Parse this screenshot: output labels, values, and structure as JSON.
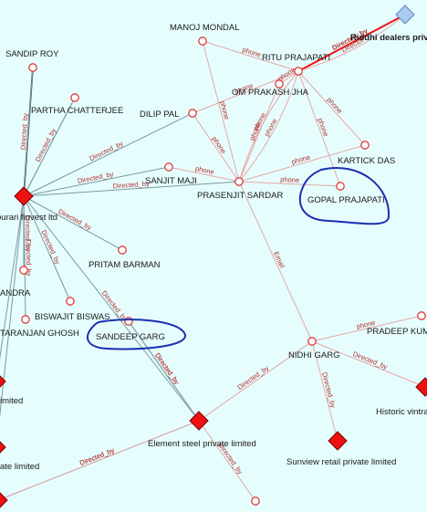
{
  "graph": {
    "colors": {
      "background": "#e6fdfd",
      "person_node": "#e03a3a",
      "company_node": "#ee1111",
      "target_company_node": "#a9ccef",
      "highlight_edge": "#ee1111",
      "company_edge": "#7a9aa0",
      "annotation": "#1a2fb0"
    },
    "nodes": [
      {
        "id": "ritu",
        "label": "RITU PRAJAPATI",
        "kind": "person"
      },
      {
        "id": "manoj",
        "label": "MANOJ MONDAL",
        "kind": "person"
      },
      {
        "id": "omprakash",
        "label": "OM PRAKASH JHA",
        "kind": "person"
      },
      {
        "id": "dilip",
        "label": "DILIP PAL",
        "kind": "person"
      },
      {
        "id": "sandip",
        "label": "SANDIP ROY",
        "kind": "person"
      },
      {
        "id": "partha",
        "label": "PARTHA CHATTERJEE",
        "kind": "person"
      },
      {
        "id": "kartick",
        "label": "KARTICK DAS",
        "kind": "person"
      },
      {
        "id": "sanjit",
        "label": "SANJIT MAJI",
        "kind": "person"
      },
      {
        "id": "prasenjit",
        "label": "PRASENJIT SARDAR",
        "kind": "person"
      },
      {
        "id": "gopal",
        "label": "GOPAL PRAJAPATI",
        "kind": "person"
      },
      {
        "id": "pritam",
        "label": "PRITAM BARMAN",
        "kind": "person"
      },
      {
        "id": "biswajit",
        "label": "BISWAJIT BISWAS",
        "kind": "person"
      },
      {
        "id": "sandeep",
        "label": "SANDEEP GARG",
        "kind": "person"
      },
      {
        "id": "andra",
        "label": "ANDRA",
        "kind": "person"
      },
      {
        "id": "taranjan",
        "label": "TARANJAN GHOSH",
        "kind": "person"
      },
      {
        "id": "nidhi",
        "label": "NIDHI GARG",
        "kind": "person"
      },
      {
        "id": "pradeep",
        "label": "PRADEEP KUM",
        "kind": "person"
      },
      {
        "id": "bottomperson",
        "label": "",
        "kind": "person"
      },
      {
        "id": "purari",
        "label": "purari finvest ltd",
        "kind": "company"
      },
      {
        "id": "element",
        "label": "Element steel private limited",
        "kind": "company"
      },
      {
        "id": "sunview",
        "label": "Sunview retail private limited",
        "kind": "company"
      },
      {
        "id": "historic",
        "label": "Historic vintra",
        "kind": "company"
      },
      {
        "id": "leftlimited1",
        "label": "imited",
        "kind": "company"
      },
      {
        "id": "leftlimited2",
        "label": "ate limited",
        "kind": "company"
      },
      {
        "id": "leftbottom",
        "label": "",
        "kind": "company"
      },
      {
        "id": "ridhi",
        "label": "Riddhi dealers priva",
        "kind": "target"
      }
    ],
    "edges": [
      {
        "from": "ritu",
        "to": "ridhi",
        "label": "Directed_by",
        "style": "highlight"
      },
      {
        "from": "ritu",
        "to": "ridhi",
        "label": "Director",
        "style": "person"
      },
      {
        "from": "manoj",
        "to": "ritu",
        "label": "phone",
        "style": "person"
      },
      {
        "from": "dilip",
        "to": "ritu",
        "label": "phone",
        "style": "person"
      },
      {
        "from": "omprakash",
        "to": "ritu",
        "label": "phone",
        "style": "person"
      },
      {
        "from": "kartick",
        "to": "ritu",
        "label": "phone",
        "style": "person"
      },
      {
        "from": "gopal",
        "to": "ritu",
        "label": "phone",
        "style": "person"
      },
      {
        "from": "prasenjit",
        "to": "ritu",
        "label": "phone",
        "style": "person"
      },
      {
        "from": "prasenjit",
        "to": "ritu",
        "label": "phone",
        "style": "person"
      },
      {
        "from": "manoj",
        "to": "prasenjit",
        "label": "phone",
        "style": "person"
      },
      {
        "from": "omprakash",
        "to": "prasenjit",
        "label": "phone",
        "style": "person"
      },
      {
        "from": "dilip",
        "to": "prasenjit",
        "label": "phone",
        "style": "person"
      },
      {
        "from": "sanjit",
        "to": "prasenjit",
        "label": "phone",
        "style": "person"
      },
      {
        "from": "kartick",
        "to": "prasenjit",
        "label": "phone",
        "style": "person"
      },
      {
        "from": "gopal",
        "to": "prasenjit",
        "label": "phone",
        "style": "person"
      },
      {
        "from": "prasenjit",
        "to": "nidhi",
        "label": "Email",
        "style": "person"
      },
      {
        "from": "pradeep",
        "to": "nidhi",
        "label": "phone",
        "style": "person"
      },
      {
        "from": "purari",
        "to": "sandip",
        "label": "Directed_by",
        "style": "dark"
      },
      {
        "from": "purari",
        "to": "partha",
        "label": "Directed_by",
        "style": "company"
      },
      {
        "from": "purari",
        "to": "dilip",
        "label": "Directed_by",
        "style": "company"
      },
      {
        "from": "purari",
        "to": "sanjit",
        "label": "Directed_by",
        "style": "company"
      },
      {
        "from": "purari",
        "to": "prasenjit",
        "label": "Directed_by",
        "style": "company"
      },
      {
        "from": "purari",
        "to": "pritam",
        "label": "Directed_by",
        "style": "company"
      },
      {
        "from": "purari",
        "to": "biswajit",
        "label": "Directed_by",
        "style": "company"
      },
      {
        "from": "purari",
        "to": "element",
        "label": "Directed_by",
        "style": "company"
      },
      {
        "from": "purari",
        "to": "andra",
        "label": "Directed_by",
        "style": "company"
      },
      {
        "from": "purari",
        "to": "taranjan",
        "label": "Directed_by",
        "style": "company"
      },
      {
        "from": "purari",
        "to": "leftlimited1",
        "label": "",
        "style": "company"
      },
      {
        "from": "purari",
        "to": "leftlimited2",
        "label": "",
        "style": "company"
      },
      {
        "from": "purari",
        "to": "sandip",
        "label": "",
        "style": "company"
      },
      {
        "from": "purari",
        "to": "partha",
        "label": "",
        "style": "company"
      },
      {
        "from": "sandeep",
        "to": "element",
        "label": "Directed_by",
        "style": "company"
      },
      {
        "from": "element",
        "to": "nidhi",
        "label": "Directed_by",
        "style": "person"
      },
      {
        "from": "element",
        "to": "bottomperson",
        "label": "Directed_by",
        "style": "person"
      },
      {
        "from": "element",
        "to": "sandeep",
        "label": "Directed_by",
        "style": "company"
      },
      {
        "from": "element",
        "to": "leftbottom",
        "label": "Directed_by",
        "style": "company"
      },
      {
        "from": "nidhi",
        "to": "sunview",
        "label": "Directed_by",
        "style": "person"
      },
      {
        "from": "nidhi",
        "to": "historic",
        "label": "Directed_by",
        "style": "person"
      },
      {
        "from": "leftbottom",
        "to": "element",
        "label": "Directed_by",
        "style": "person"
      }
    ]
  }
}
